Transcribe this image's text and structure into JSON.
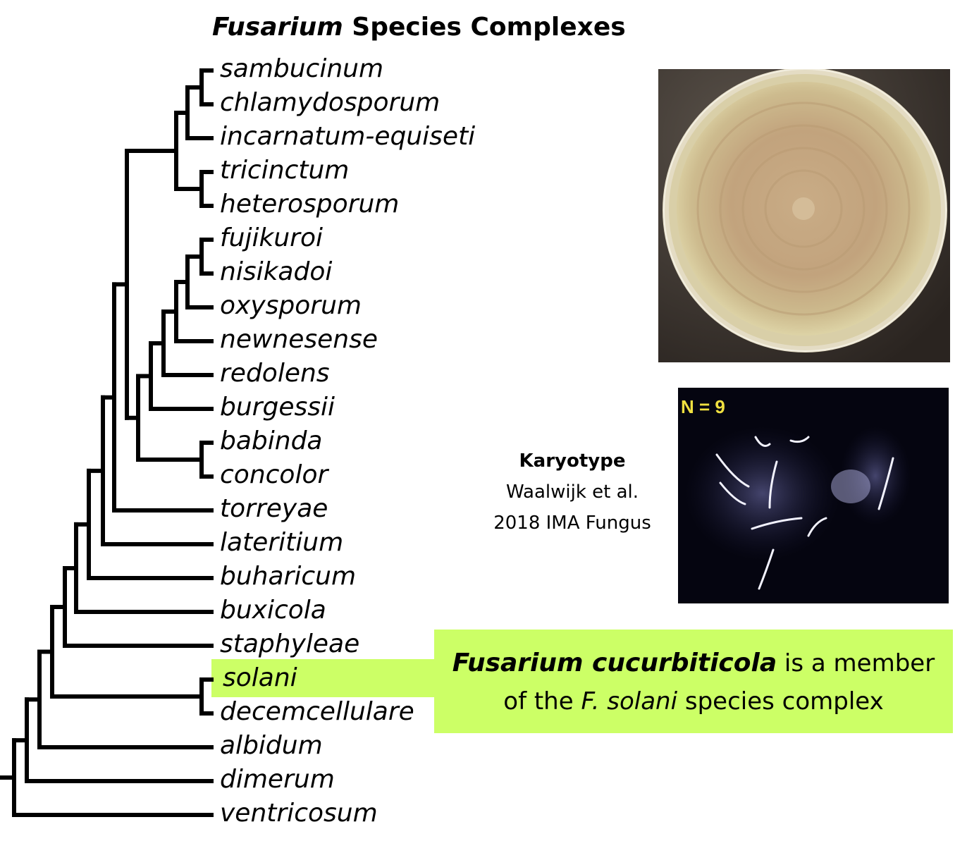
{
  "title": {
    "italic_part": "Fusarium",
    "rest": " Species Complexes"
  },
  "taxa": [
    "sambucinum",
    "chlamydosporum",
    "incarnatum-equiseti",
    "tricinctum",
    "heterosporum",
    "fujikuroi",
    "nisikadoi",
    "oxysporum",
    "newnesense",
    "redolens",
    "burgessii",
    "babinda",
    "concolor",
    "torreyae",
    "lateritium",
    "buharicum",
    "buxicola",
    "staphyleae",
    "solani",
    "decemcellulare",
    "albidum",
    "dimerum",
    "ventricosum"
  ],
  "highlighted_taxon": "solani",
  "callout": {
    "line1_bold": "Fusarium cucurbiticola",
    "line1_rest": " is a member",
    "line2_a": "of the ",
    "line2_italic": "F. solani",
    "line2_b": " species complex"
  },
  "karyotype": {
    "heading": "Karyotype",
    "citation_line1": "Waalwijk et al.",
    "citation_line2": "2018 IMA Fungus",
    "chromosome_count": "N = 9"
  },
  "colors": {
    "highlight": "#ccff66",
    "count_label": "#f0e040"
  }
}
